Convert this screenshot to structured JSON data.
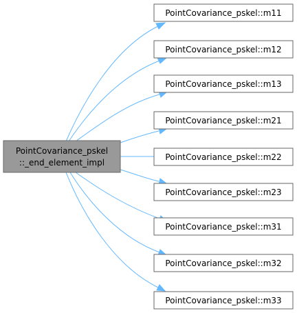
{
  "diagram": {
    "type": "call-graph",
    "source": {
      "line1": "PointCovariance_pskel",
      "line2": "::_end_element_impl"
    },
    "targets": [
      {
        "label": "PointCovariance_pskel::m11"
      },
      {
        "label": "PointCovariance_pskel::m12"
      },
      {
        "label": "PointCovariance_pskel::m13"
      },
      {
        "label": "PointCovariance_pskel::m21"
      },
      {
        "label": "PointCovariance_pskel::m22"
      },
      {
        "label": "PointCovariance_pskel::m23"
      },
      {
        "label": "PointCovariance_pskel::m31"
      },
      {
        "label": "PointCovariance_pskel::m32"
      },
      {
        "label": "PointCovariance_pskel::m33"
      }
    ],
    "colors": {
      "edge": "#63b8ff",
      "source_fill": "#999999",
      "node_border": "#666666",
      "target_fill": "#ffffff"
    }
  }
}
